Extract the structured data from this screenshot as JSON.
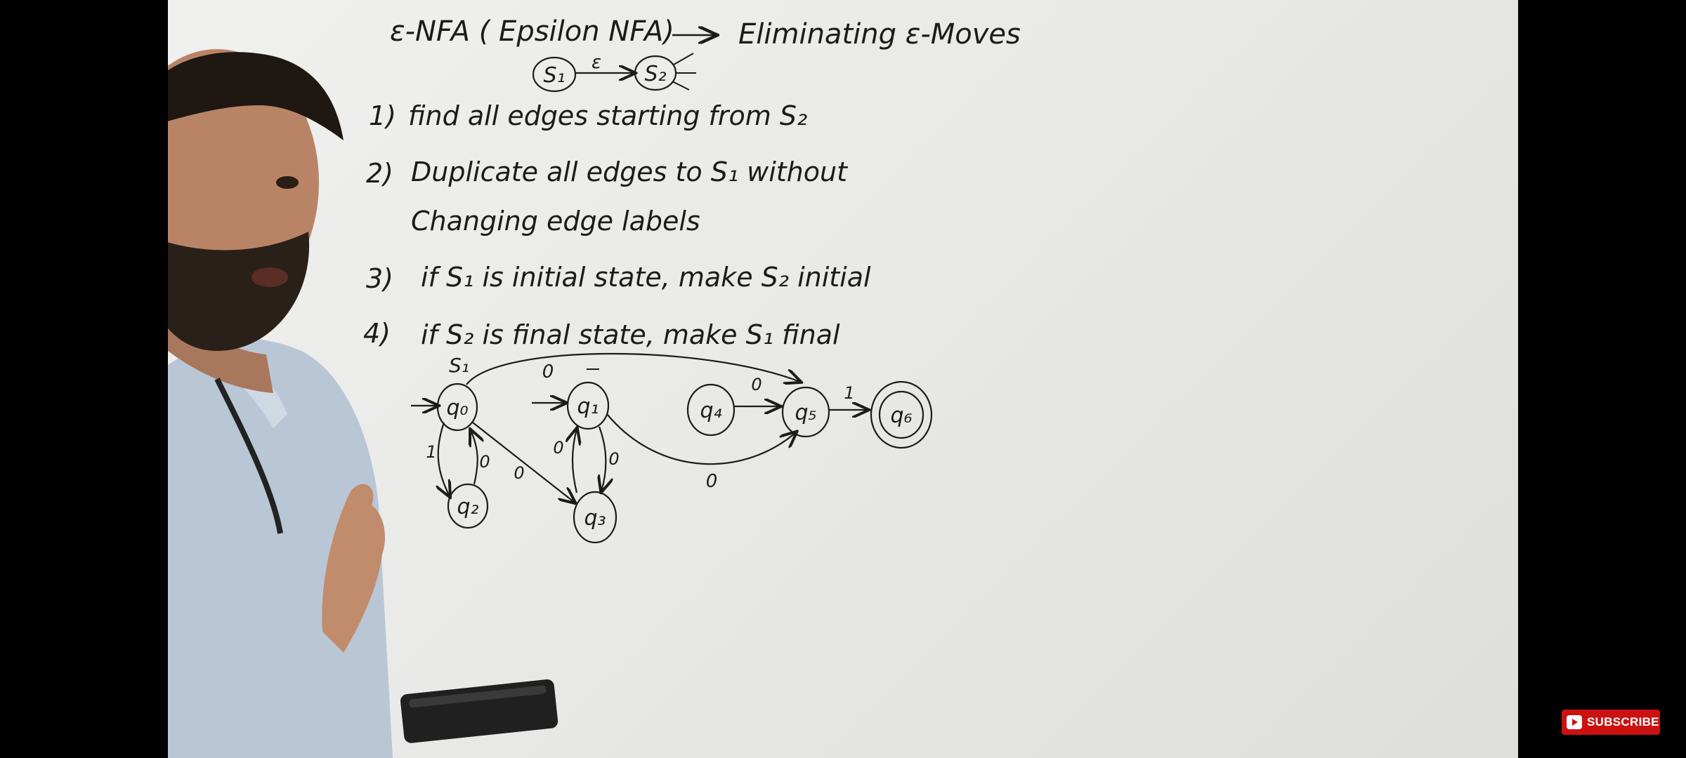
{
  "board": {
    "title_left": "ε-NFA ( Epsilon NFA)",
    "title_right": "Eliminating ε-Moves",
    "example": {
      "state_a": "S₁",
      "state_b": "S₂",
      "edge_label": "ε"
    },
    "steps": [
      {
        "num": "1)",
        "line1": "find all edges starting from S₂",
        "line2": ""
      },
      {
        "num": "2)",
        "line1": "Duplicate all edges to S₁ without",
        "line2": "Changing edge labels"
      },
      {
        "num": "3)",
        "line1": "if S₁ is initial state, make S₂ initial",
        "line2": ""
      },
      {
        "num": "4)",
        "line1": "if S₂ is final state, make S₁ final",
        "line2": ""
      }
    ],
    "diagram": {
      "state_tag": "S₁",
      "states": [
        "q₀",
        "q₁",
        "q₂",
        "q₃",
        "q₄",
        "q₅",
        "q₆"
      ],
      "labels": {
        "q0_q5_top": "0",
        "q0_q2_left": "1",
        "q2_q0": "0",
        "q0_q3": "0",
        "q3_q1_left": "0",
        "q1_q3_right": "0",
        "q1_q5_bottom": "0",
        "q4_q5": "0",
        "q5_q6": "1"
      }
    }
  },
  "overlay": {
    "subscribe_label": "SUBSCRIBE",
    "subscribe_color": "#cc1111"
  }
}
